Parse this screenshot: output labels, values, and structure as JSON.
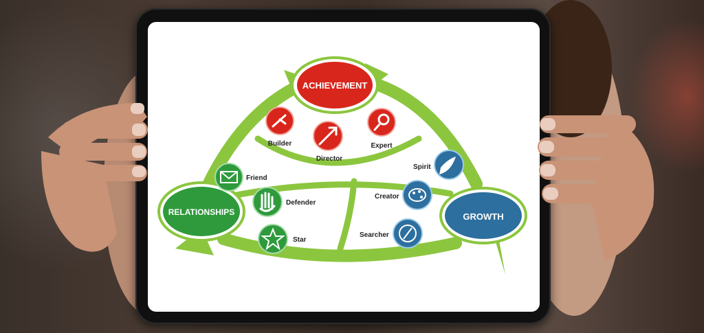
{
  "diagram": {
    "hubs": {
      "achievement": "ACHIEVEMENT",
      "relationships": "RELATIONSHIPS",
      "growth": "GROWTH"
    },
    "roles": {
      "builder": "Builder",
      "director": "Director",
      "expert": "Expert",
      "friend": "Friend",
      "defender": "Defender",
      "star": "Star",
      "spirit": "Spirit",
      "creator": "Creator",
      "searcher": "Searcher"
    },
    "colors": {
      "achievement": "#d9261c",
      "relationships": "#2e9a3c",
      "growth": "#2d6f9e",
      "arrow_green": "#8cc63f"
    }
  }
}
